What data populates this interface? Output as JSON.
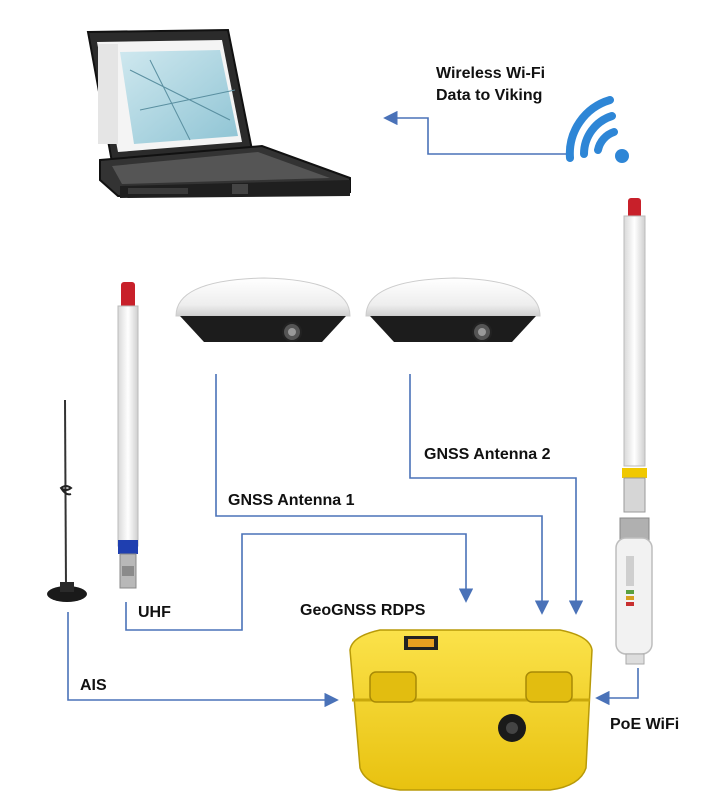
{
  "labels": {
    "wifi_line1": "Wireless Wi-Fi",
    "wifi_line2": "Data to Viking",
    "gnss1": "GNSS Antenna 1",
    "gnss2": "GNSS Antenna 2",
    "uhf": "UHF",
    "rdps": "GeoGNSS RDPS",
    "ais": "AIS",
    "poe": "PoE WiFi"
  },
  "colors": {
    "connector_line": "#4a72b8",
    "wifi_symbol": "#2e86d6",
    "case_yellow": "#f2d322",
    "antenna_tip_red": "#c8202a",
    "uhf_band_blue": "#1f3fb0",
    "wifi_band_yellow": "#f0c800"
  },
  "icons": {
    "laptop": "rugged-laptop-icon",
    "wifi": "wifi-signal-icon",
    "gnss_1": "gnss-dome-antenna-icon",
    "gnss_2": "gnss-dome-antenna-icon",
    "uhf": "uhf-whip-antenna-icon",
    "ais": "ais-magnetic-antenna-icon",
    "wifi_antenna": "wifi-omni-antenna-icon",
    "poe_unit": "poe-bridge-icon",
    "case": "rugged-case-icon"
  }
}
